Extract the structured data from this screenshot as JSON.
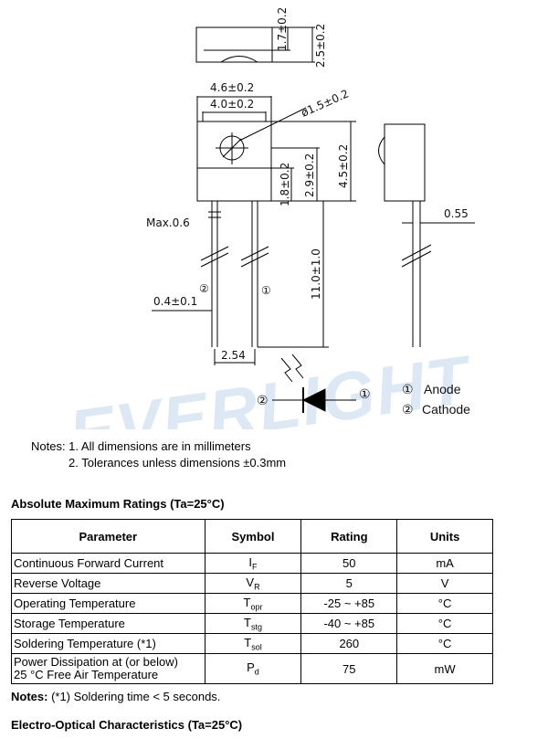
{
  "watermark": "EVERLIGHT",
  "dimensions": {
    "top_body_height": "1.7±0.2",
    "top_total_height": "2.5±0.2",
    "outer_width": "4.6±0.2",
    "inner_width": "4.0±0.2",
    "lens_diameter": "ø1.5±0.2",
    "body_height": "4.5±0.2",
    "lens_center_height": "2.9±0.2",
    "lower_body_height": "1.8±0.2",
    "lead_max": "Max.0.6",
    "lead_thickness": "0.55",
    "lead_width": "0.4±0.1",
    "lead_length": "11.0±1.0",
    "lead_pitch": "2.54",
    "pin1_mark": "①",
    "pin2_mark": "②"
  },
  "legend": {
    "anode_mark": "①",
    "anode": "Anode",
    "cathode_mark": "②",
    "cathode": "Cathode"
  },
  "notes": {
    "line1": "Notes: 1. All dimensions are in millimeters",
    "line2": "2. Tolerances unless dimensions ±0.3mm"
  },
  "ratings": {
    "title": "Absolute Maximum Ratings (Ta=25°C)",
    "headers": [
      "Parameter",
      "Symbol",
      "Rating",
      "Units"
    ],
    "rows": [
      {
        "param": "Continuous Forward Current",
        "sym": "I",
        "sub": "F",
        "rating": "50",
        "unit": "mA"
      },
      {
        "param": "Reverse Voltage",
        "sym": "V",
        "sub": "R",
        "rating": "5",
        "unit": "V"
      },
      {
        "param": "Operating Temperature",
        "sym": "T",
        "sub": "opr",
        "rating": "-25 ~ +85",
        "unit": "°C"
      },
      {
        "param": "Storage Temperature",
        "sym": "T",
        "sub": "stg",
        "rating": "-40 ~ +85",
        "unit": "°C"
      },
      {
        "param": "Soldering Temperature (*1)",
        "sym": "T",
        "sub": "sol",
        "rating": "260",
        "unit": "°C"
      },
      {
        "param_line1": "Power Dissipation at (or below)",
        "param_line2": "25 °C Free Air Temperature",
        "sym": "P",
        "sub": "d",
        "rating": "75",
        "unit": "mW"
      }
    ],
    "note_label": "Notes:",
    "note_text": " (*1) Soldering time < 5 seconds."
  },
  "eoc": {
    "title": "Electro-Optical Characteristics (Ta=25°C)"
  }
}
